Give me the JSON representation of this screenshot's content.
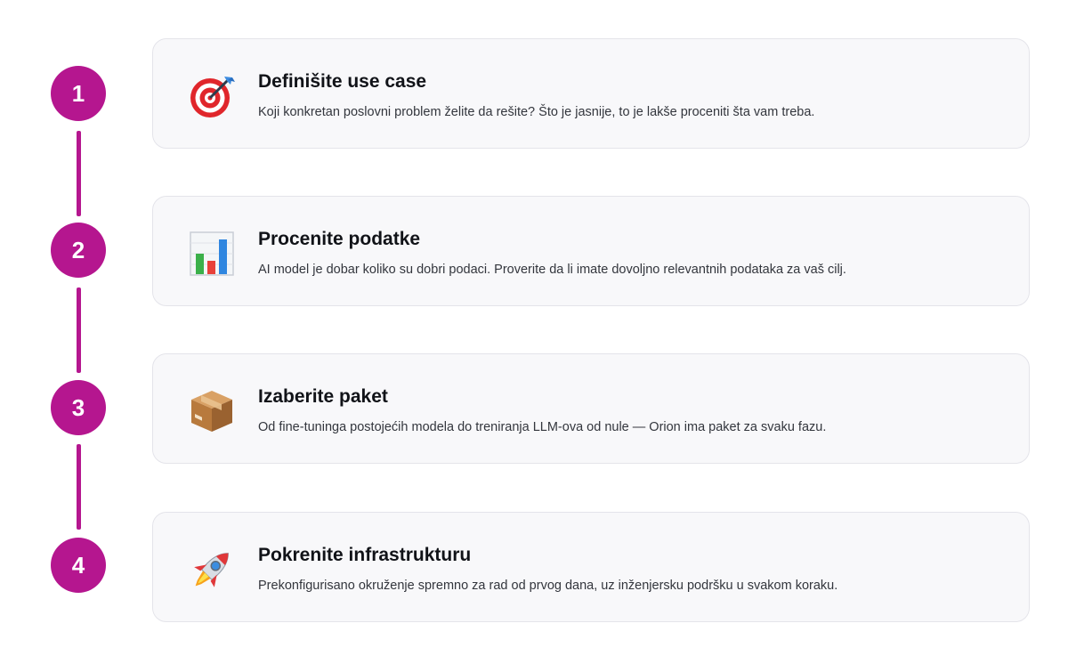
{
  "accent_color": "#b5168f",
  "steps": [
    {
      "number": "1",
      "icon": "target-icon",
      "title": "Definišite use case",
      "description": "Koji konkretan poslovni problem želite da rešite? Što je jasnije, to je lakše proceniti šta vam treba."
    },
    {
      "number": "2",
      "icon": "bar-chart-icon",
      "title": "Procenite podatke",
      "description": "AI model je dobar koliko su dobri podaci. Proverite da li imate dovoljno relevantnih podataka za vaš cilj."
    },
    {
      "number": "3",
      "icon": "package-icon",
      "title": "Izaberite paket",
      "description": "Od fine-tuninga postojećih modela do treniranja LLM-ova od nule — Orion ima paket za svaku fazu."
    },
    {
      "number": "4",
      "icon": "rocket-icon",
      "title": "Pokrenite infrastrukturu",
      "description": "Prekonfigurisano okruženje spremno za rad od prvog dana, uz inženjersku podršku u svakom koraku."
    }
  ]
}
